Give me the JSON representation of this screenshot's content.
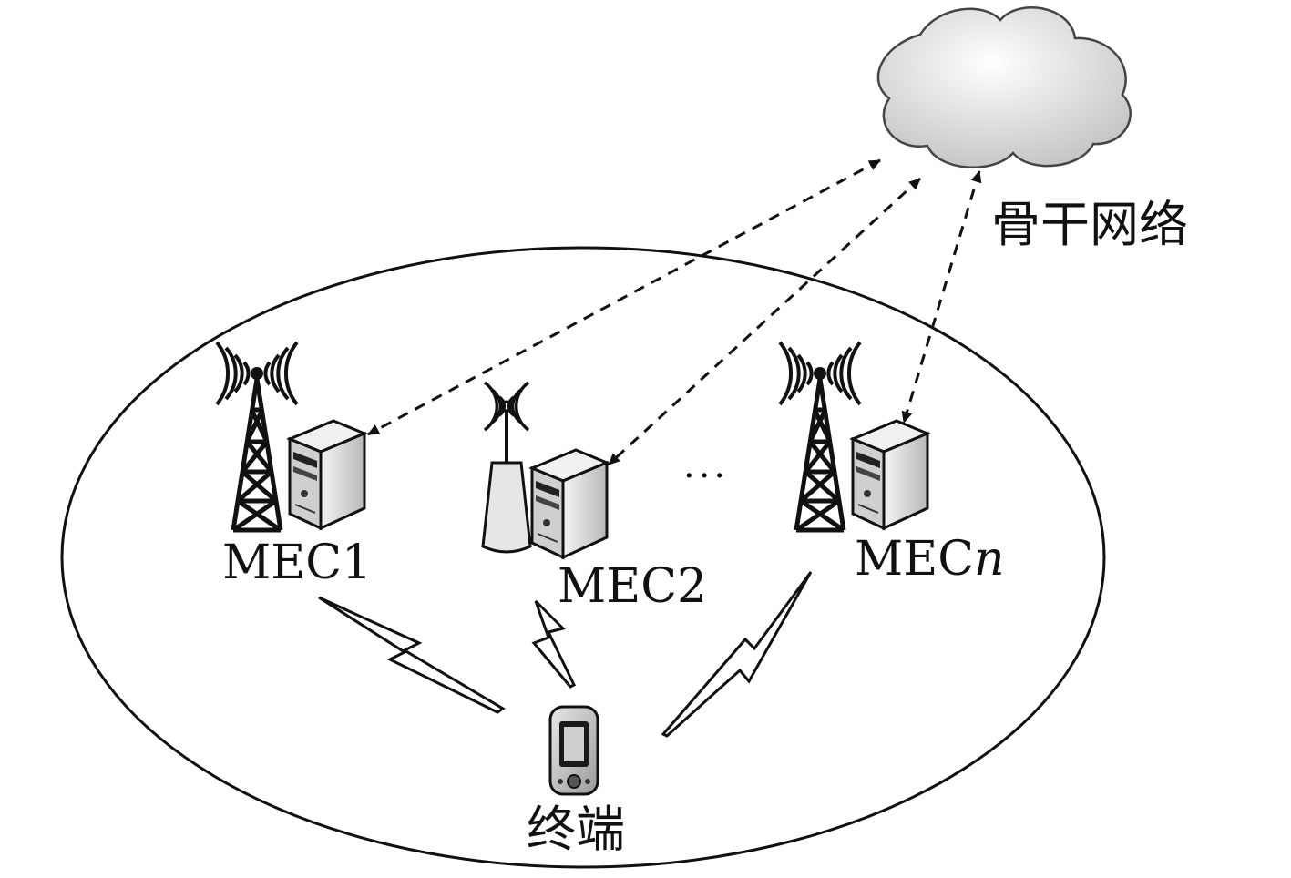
{
  "labels": {
    "backbone": "骨干网络",
    "mec1": "MEC1",
    "mec2": "MEC2",
    "mecn_prefix": "MEC",
    "mecn_suffix": "n",
    "ellipsis": "···",
    "terminal": "终端"
  },
  "icons": {
    "cloud": "cloud-icon",
    "tower": "cell-tower-icon",
    "antenna": "small-antenna-icon",
    "server": "server-icon",
    "phone": "mobile-phone-icon",
    "wireless": "lightning-link-icon"
  },
  "colors": {
    "line": "#111111",
    "cloud_fill": "#e6e6e6",
    "server_fill": "#d9d9d9"
  }
}
